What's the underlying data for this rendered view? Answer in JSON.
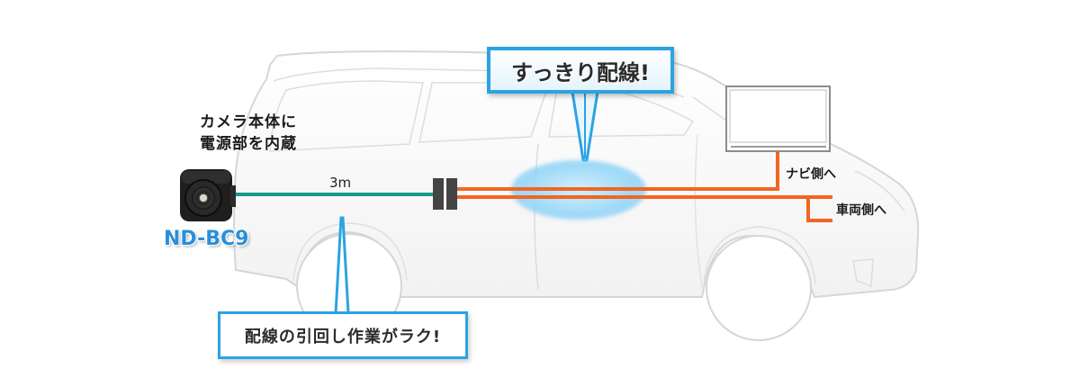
{
  "diagram": {
    "camera": {
      "caption_line1": "カメラ本体に",
      "caption_line2": "電源部を内蔵",
      "model": "ND-BC9"
    },
    "cable": {
      "length_label": "3m",
      "camera_cable_color": "#1a9a8a",
      "harness_color": "#f26522"
    },
    "callouts": {
      "top": "すっきり配線!",
      "bottom": "配線の引回し作業がラク!",
      "border_color": "#2ba3e3"
    },
    "destinations": {
      "navi": "ナビ側へ",
      "vehicle": "車両側へ"
    }
  }
}
